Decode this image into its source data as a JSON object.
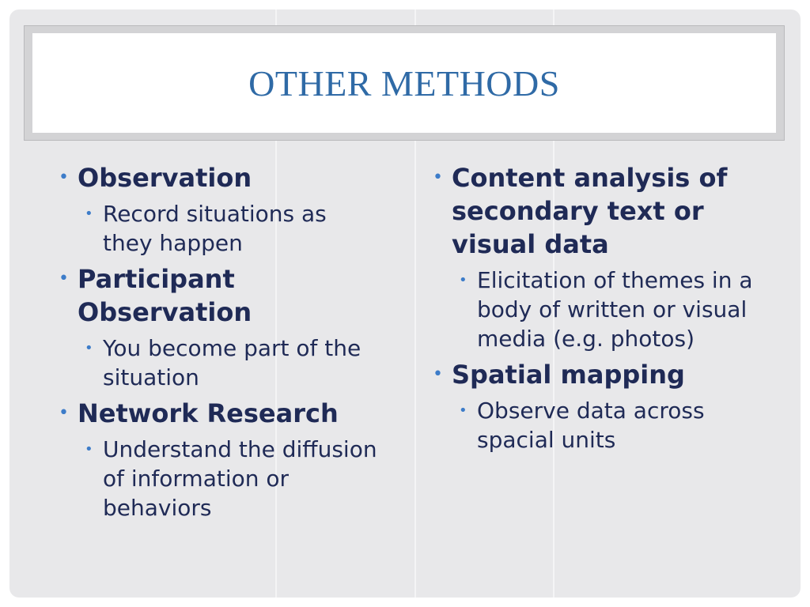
{
  "title": "OTHER METHODS",
  "colors": {
    "title": "#2f6aa6",
    "text": "#1f2a56",
    "bullet": "#3d7cc9",
    "slide_bg": "#e8e8ea"
  },
  "bullet_glyph": "•",
  "left_column": [
    {
      "heading": "Observation",
      "sub": "Record situations as they happen"
    },
    {
      "heading": "Participant Observation",
      "sub": "You become part of the situation"
    },
    {
      "heading": "Network Research",
      "sub": "Understand the diffusion of information or behaviors"
    }
  ],
  "right_column": [
    {
      "heading": "Content analysis of secondary text or visual data",
      "sub": "Elicitation of themes in a body of written or visual media (e.g. photos)"
    },
    {
      "heading": "Spatial mapping",
      "sub": "Observe data across spacial units"
    }
  ]
}
